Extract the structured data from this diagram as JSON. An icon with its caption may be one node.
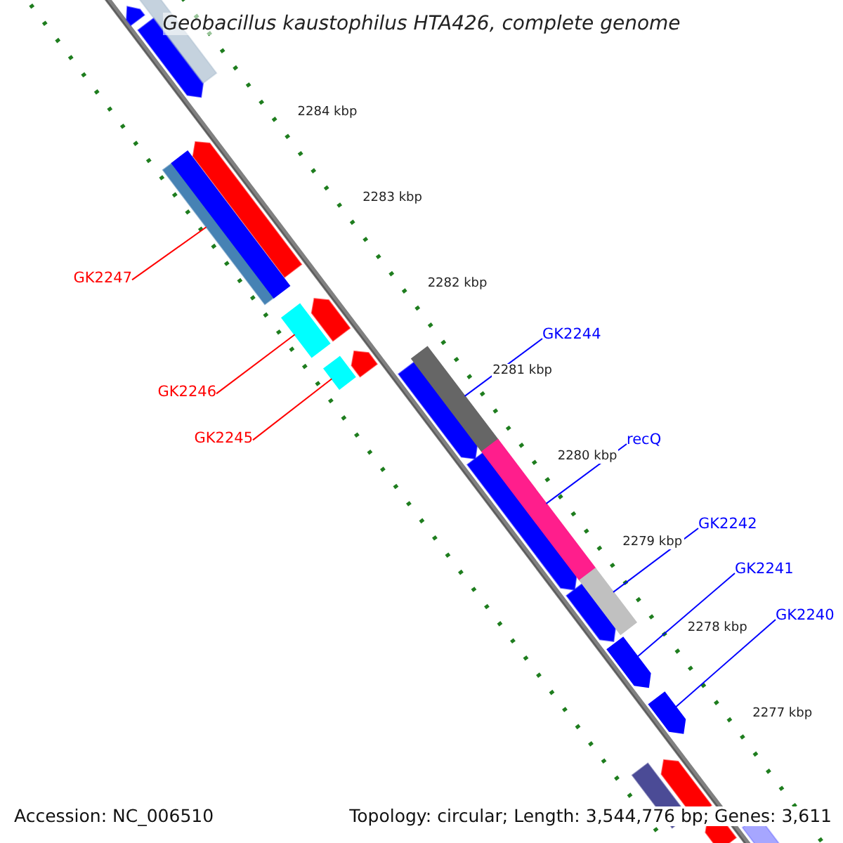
{
  "diagram": {
    "title": "Geobacillus kaustophilus HTA426, complete genome",
    "nodes": [
      {
        "text": [
          "GK2247"
        ]
      },
      {
        "text": [],
        "shape": "bar"
      },
      {
        "text": [
          "GK2244"
        ]
      },
      {
        "text": [],
        "shape": "bar"
      },
      {
        "text": [
          "GK2246"
        ]
      },
      {
        "text": [],
        "shape": "bar"
      },
      {
        "text": [
          "GK2245"
        ]
      },
      {
        "text": [],
        "shape": "bar"
      },
      {
        "text": [
          "recQ"
        ]
      },
      {
        "text": [],
        "shape": "bar"
      },
      {
        "text": [
          "GK2242"
        ]
      },
      {
        "text": [],
        "shape": "bar"
      },
      {
        "text": [
          "GK2241"
        ]
      },
      {
        "text": [],
        "shape": "arrow"
      },
      {
        "text": [
          "GK2240"
        ]
      },
      {
        "text": [],
        "shape": "arrow"
      }
    ],
    "edges": [
      {
        "from": 0,
        "to": 1,
        "arrow": "none",
        "color": "#ff0000"
      },
      {
        "from": 2,
        "to": 3,
        "arrow": "none"
      },
      {
        "from": 4,
        "to": 5,
        "arrow": "none",
        "color": "#ff0000"
      },
      {
        "from": 6,
        "to": 7,
        "arrow": "none",
        "color": "#ff0000"
      },
      {
        "from": 8,
        "to": 9,
        "arrow": "none"
      },
      {
        "from": 10,
        "to": 11,
        "arrow": "none"
      },
      {
        "from": 12,
        "to": 13,
        "arrow": "none"
      },
      {
        "from": 14,
        "to": 15,
        "arrow": "none"
      }
    ],
    "labels": [
      "2284 kbp",
      "2283 kbp",
      "2282 kbp",
      "2281 kbp",
      "2280 kbp",
      "2279 kbp",
      "2278 kbp",
      "2277 kbp",
      "Accession: NC_006510",
      "Topology: circular; Length: 3,544,776 bp; Genes: 3,611"
    ]
  }
}
